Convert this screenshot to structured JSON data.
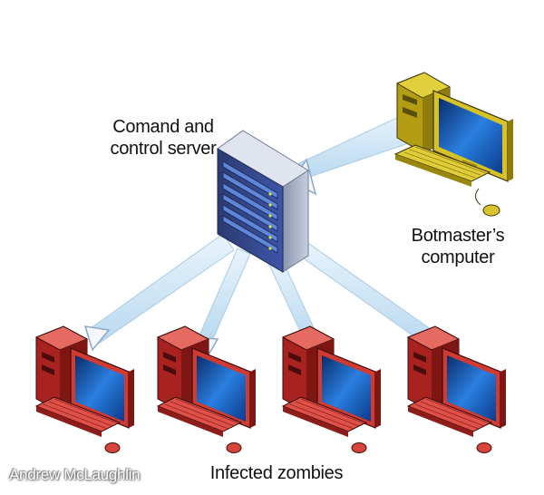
{
  "labels": {
    "server_line1": "Comand and",
    "server_line2": "control server",
    "botmaster_line1": "Botmaster’s",
    "botmaster_line2": "computer",
    "zombies": "Infected zombies"
  },
  "credit": "Andrew McLaughlin",
  "colors": {
    "server": "#3a4d8a",
    "server_bays": "#2a3f9e",
    "botmaster_computer": "#c9b41a",
    "zombie_computer": "#c8322c",
    "screen": "#1e5fc8",
    "link_beam": "#cfe6f7"
  }
}
